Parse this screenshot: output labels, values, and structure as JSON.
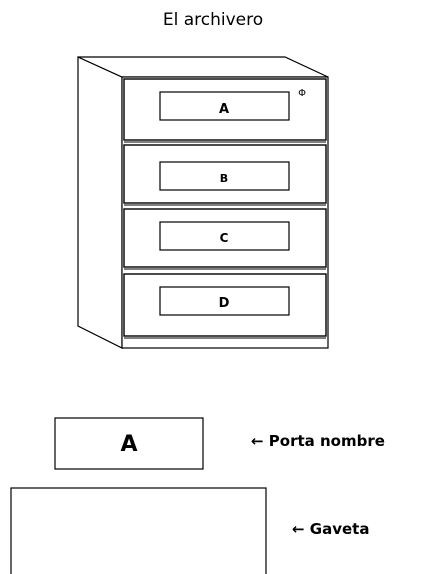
{
  "title": "El archivero",
  "cabinet": {
    "lock_symbol": "Φ",
    "drawers": [
      {
        "label": "A"
      },
      {
        "label": "B"
      },
      {
        "label": "C"
      },
      {
        "label": "D"
      }
    ]
  },
  "legend": {
    "name_holder_label": "A",
    "name_holder_note": "← Porta nombre",
    "drawer_note": "← Gaveta"
  }
}
